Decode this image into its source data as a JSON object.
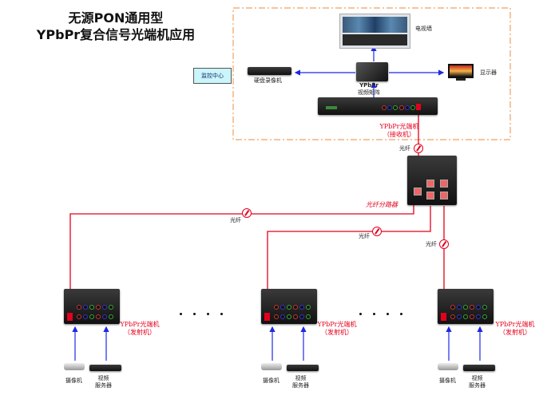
{
  "title": {
    "line1": "无源PON通用型",
    "line2": "YPbPr复合信号光端机应用"
  },
  "colors": {
    "fiber": "#e4001b",
    "signal": "#1f28e6",
    "control_room_border": "#f0a060",
    "monitor_center_bg": "#c9f5fb"
  },
  "control_room": {
    "monitor_center_label": "监控中心",
    "tv_wall_label": "电视墙",
    "dvr_label": "硬盘录像机",
    "matrix_label_line1": "YPbPr",
    "matrix_label_line2": "视频矩阵",
    "display_label": "显示器",
    "receiver_label_line1": "YPbPr光端机",
    "receiver_label_line2": "（接收机）"
  },
  "fiber_label": "光纤",
  "splitter_label": "光纤分路器",
  "ellipsis": "· · · ·",
  "transmitters": [
    {
      "label_line1": "YPbPr光端机",
      "label_line2": "（发射机）",
      "camera_label": "摄像机",
      "server_label_line1": "视频",
      "server_label_line2": "服务器"
    },
    {
      "label_line1": "YPbPr光端机",
      "label_line2": "（发射机）",
      "camera_label": "摄像机",
      "server_label_line1": "视频",
      "server_label_line2": "服务器"
    },
    {
      "label_line1": "YPbPr光端机",
      "label_line2": "（发射机）",
      "camera_label": "摄像机",
      "server_label_line1": "视频",
      "server_label_line2": "服务器"
    }
  ]
}
